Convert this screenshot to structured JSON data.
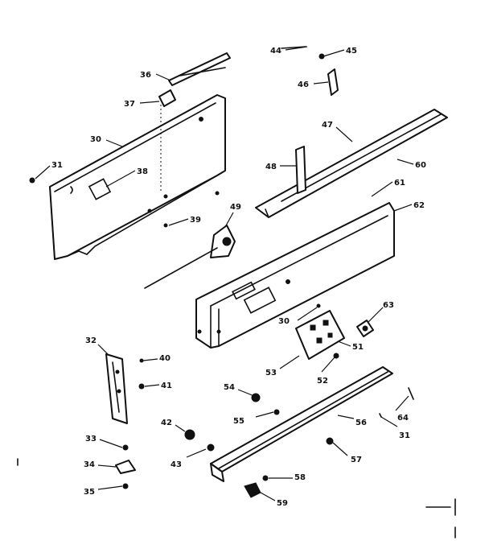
{
  "callouts": {
    "c30a": "30",
    "c30b": "30",
    "c31a": "31",
    "c31b": "31",
    "c32": "32",
    "c33": "33",
    "c34": "34",
    "c35": "35",
    "c36": "36",
    "c37": "37",
    "c38": "38",
    "c39": "39",
    "c40": "40",
    "c41": "41",
    "c42": "42",
    "c43": "43",
    "c44": "44",
    "c45": "45",
    "c46": "46",
    "c47": "47",
    "c48": "48",
    "c49": "49",
    "c51": "51",
    "c52": "52",
    "c53": "53",
    "c54": "54",
    "c55": "55",
    "c56": "56",
    "c57": "57",
    "c58": "58",
    "c59": "59",
    "c60": "60",
    "c61": "61",
    "c62": "62",
    "c63": "63",
    "c64": "64"
  }
}
